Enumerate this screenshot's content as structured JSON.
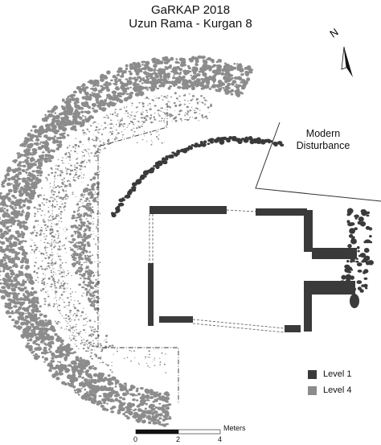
{
  "title": {
    "line1": "GaRKAP 2018",
    "line2": "Uzun Rama - Kurgan 8"
  },
  "north_arrow": {
    "label": "N"
  },
  "annotation": {
    "line1": "Modern",
    "line2": "Disturbance"
  },
  "legend": {
    "items": [
      {
        "label": "Level 1",
        "color": "#3a3a3a"
      },
      {
        "label": "Level 4",
        "color": "#8c8c8c"
      }
    ]
  },
  "scale_bar": {
    "unit_label": "Meters",
    "ticks": [
      "0",
      "2",
      "4"
    ],
    "max_value": 4
  },
  "colors": {
    "level1": "#3a3a3a",
    "level4": "#8c8c8c",
    "line": "#333333",
    "dashed": "#666666"
  }
}
